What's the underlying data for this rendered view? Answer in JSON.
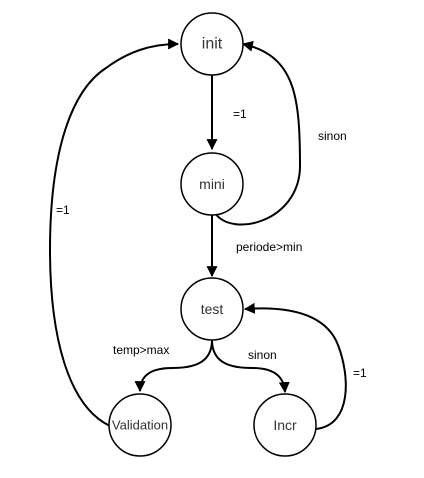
{
  "diagram": {
    "colors": {
      "stroke": "#000000",
      "node_fill": "#ffffff",
      "node_text": "#333333",
      "edge_text": "#000000",
      "background": "#ffffff"
    },
    "nodes": {
      "init": {
        "label": "init"
      },
      "mini": {
        "label": "mini"
      },
      "test": {
        "label": "test"
      },
      "validation": {
        "label": "Validation"
      },
      "incr": {
        "label": "Incr"
      }
    },
    "edges": {
      "init_mini": {
        "from": "init",
        "to": "mini",
        "label": "=1"
      },
      "mini_init": {
        "from": "mini",
        "to": "init",
        "label": "sinon"
      },
      "mini_test": {
        "from": "mini",
        "to": "test",
        "label": "periode>min"
      },
      "test_validation": {
        "from": "test",
        "to": "validation",
        "label": "temp>max"
      },
      "test_incr": {
        "from": "test",
        "to": "incr",
        "label": "sinon"
      },
      "incr_test": {
        "from": "incr",
        "to": "test",
        "label": "=1"
      },
      "validation_init": {
        "from": "validation",
        "to": "init",
        "label": "=1"
      }
    }
  }
}
